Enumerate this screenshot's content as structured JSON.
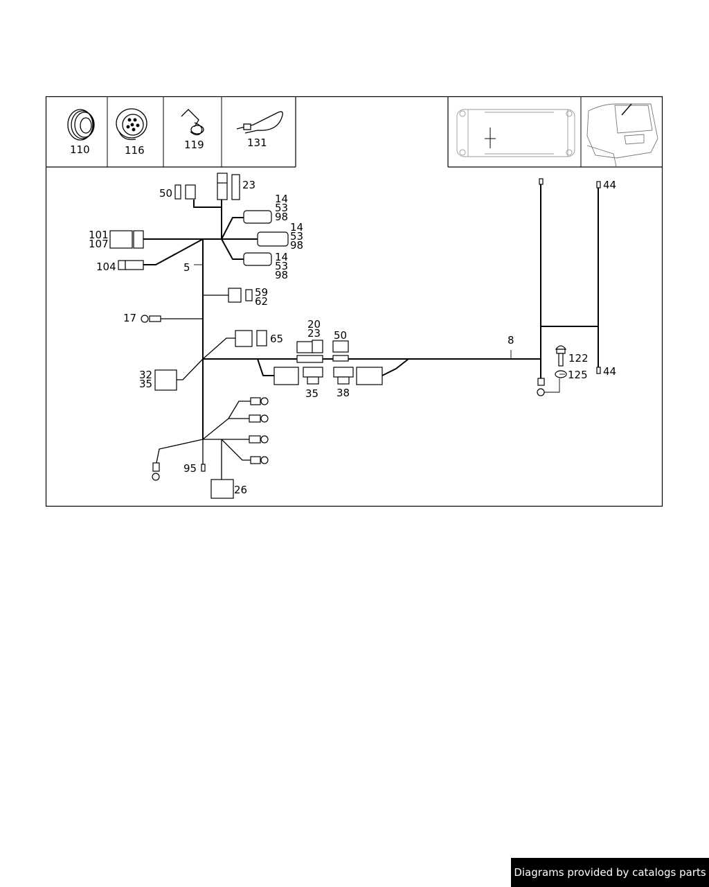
{
  "top_row": {
    "cells": [
      {
        "label": "110",
        "icon": "grommet-icon"
      },
      {
        "label": "116",
        "icon": "connector-plug-icon"
      },
      {
        "label": "119",
        "icon": "protective-cap-icon"
      },
      {
        "label": "131",
        "icon": "cable-tie-icon"
      }
    ]
  },
  "callouts": {
    "c50a": "50",
    "c23a": "23",
    "c14a": "14",
    "c53a": "53",
    "c98a": "98",
    "c14b": "14",
    "c53b": "53",
    "c98b": "98",
    "c14c": "14",
    "c53c": "53",
    "c98c": "98",
    "c101": "101",
    "c107": "107",
    "c104": "104",
    "c5": "5",
    "c59": "59",
    "c62": "62",
    "c17": "17",
    "c65": "65",
    "c20": "20",
    "c23b": "23",
    "c50b": "50",
    "c32": "32",
    "c35a": "35",
    "c35b": "35",
    "c38": "38",
    "c8": "8",
    "c122": "122",
    "c125": "125",
    "c44a": "44",
    "c44b": "44",
    "c95": "95",
    "c26": "26"
  },
  "footer": {
    "text": "Diagrams provided by catalogs parts"
  },
  "icons": [
    "grommet-icon",
    "connector-plug-icon",
    "protective-cap-icon",
    "cable-tie-icon",
    "vehicle-top-view-icon",
    "vehicle-rear-view-icon"
  ]
}
